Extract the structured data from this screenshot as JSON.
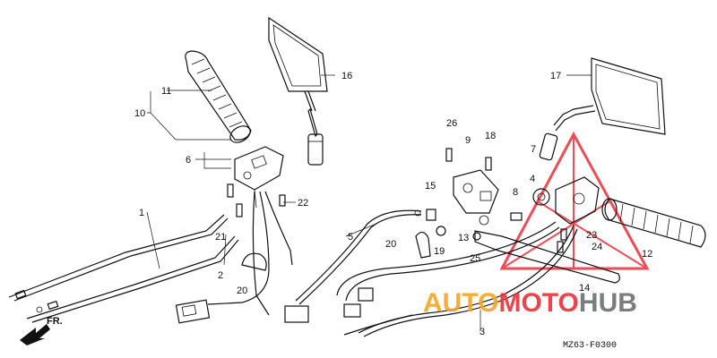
{
  "callouts": {
    "c1": "1",
    "c2": "2",
    "c3": "3",
    "c4": "4",
    "c5": "5",
    "c6": "6",
    "c7": "7",
    "c8": "8",
    "c9": "9",
    "c10": "10",
    "c11": "11",
    "c12": "12",
    "c13": "13",
    "c14": "14",
    "c15": "15",
    "c16": "16",
    "c17": "17",
    "c18": "18",
    "c19": "19",
    "c20a": "20",
    "c20b": "20",
    "c21": "21",
    "c22": "22",
    "c23": "23",
    "c24": "24",
    "c25": "25",
    "c26": "26"
  },
  "direction_label": "FR.",
  "diagram_code": "MZ63-F0300",
  "watermark": {
    "part1": "AUTO",
    "part2": "MOTO",
    "part3": "HUB"
  },
  "colors": {
    "ink": "#111111",
    "watermark_orange": "#f5a623",
    "watermark_red": "#e8303a",
    "watermark_gray": "#6d6e71"
  }
}
